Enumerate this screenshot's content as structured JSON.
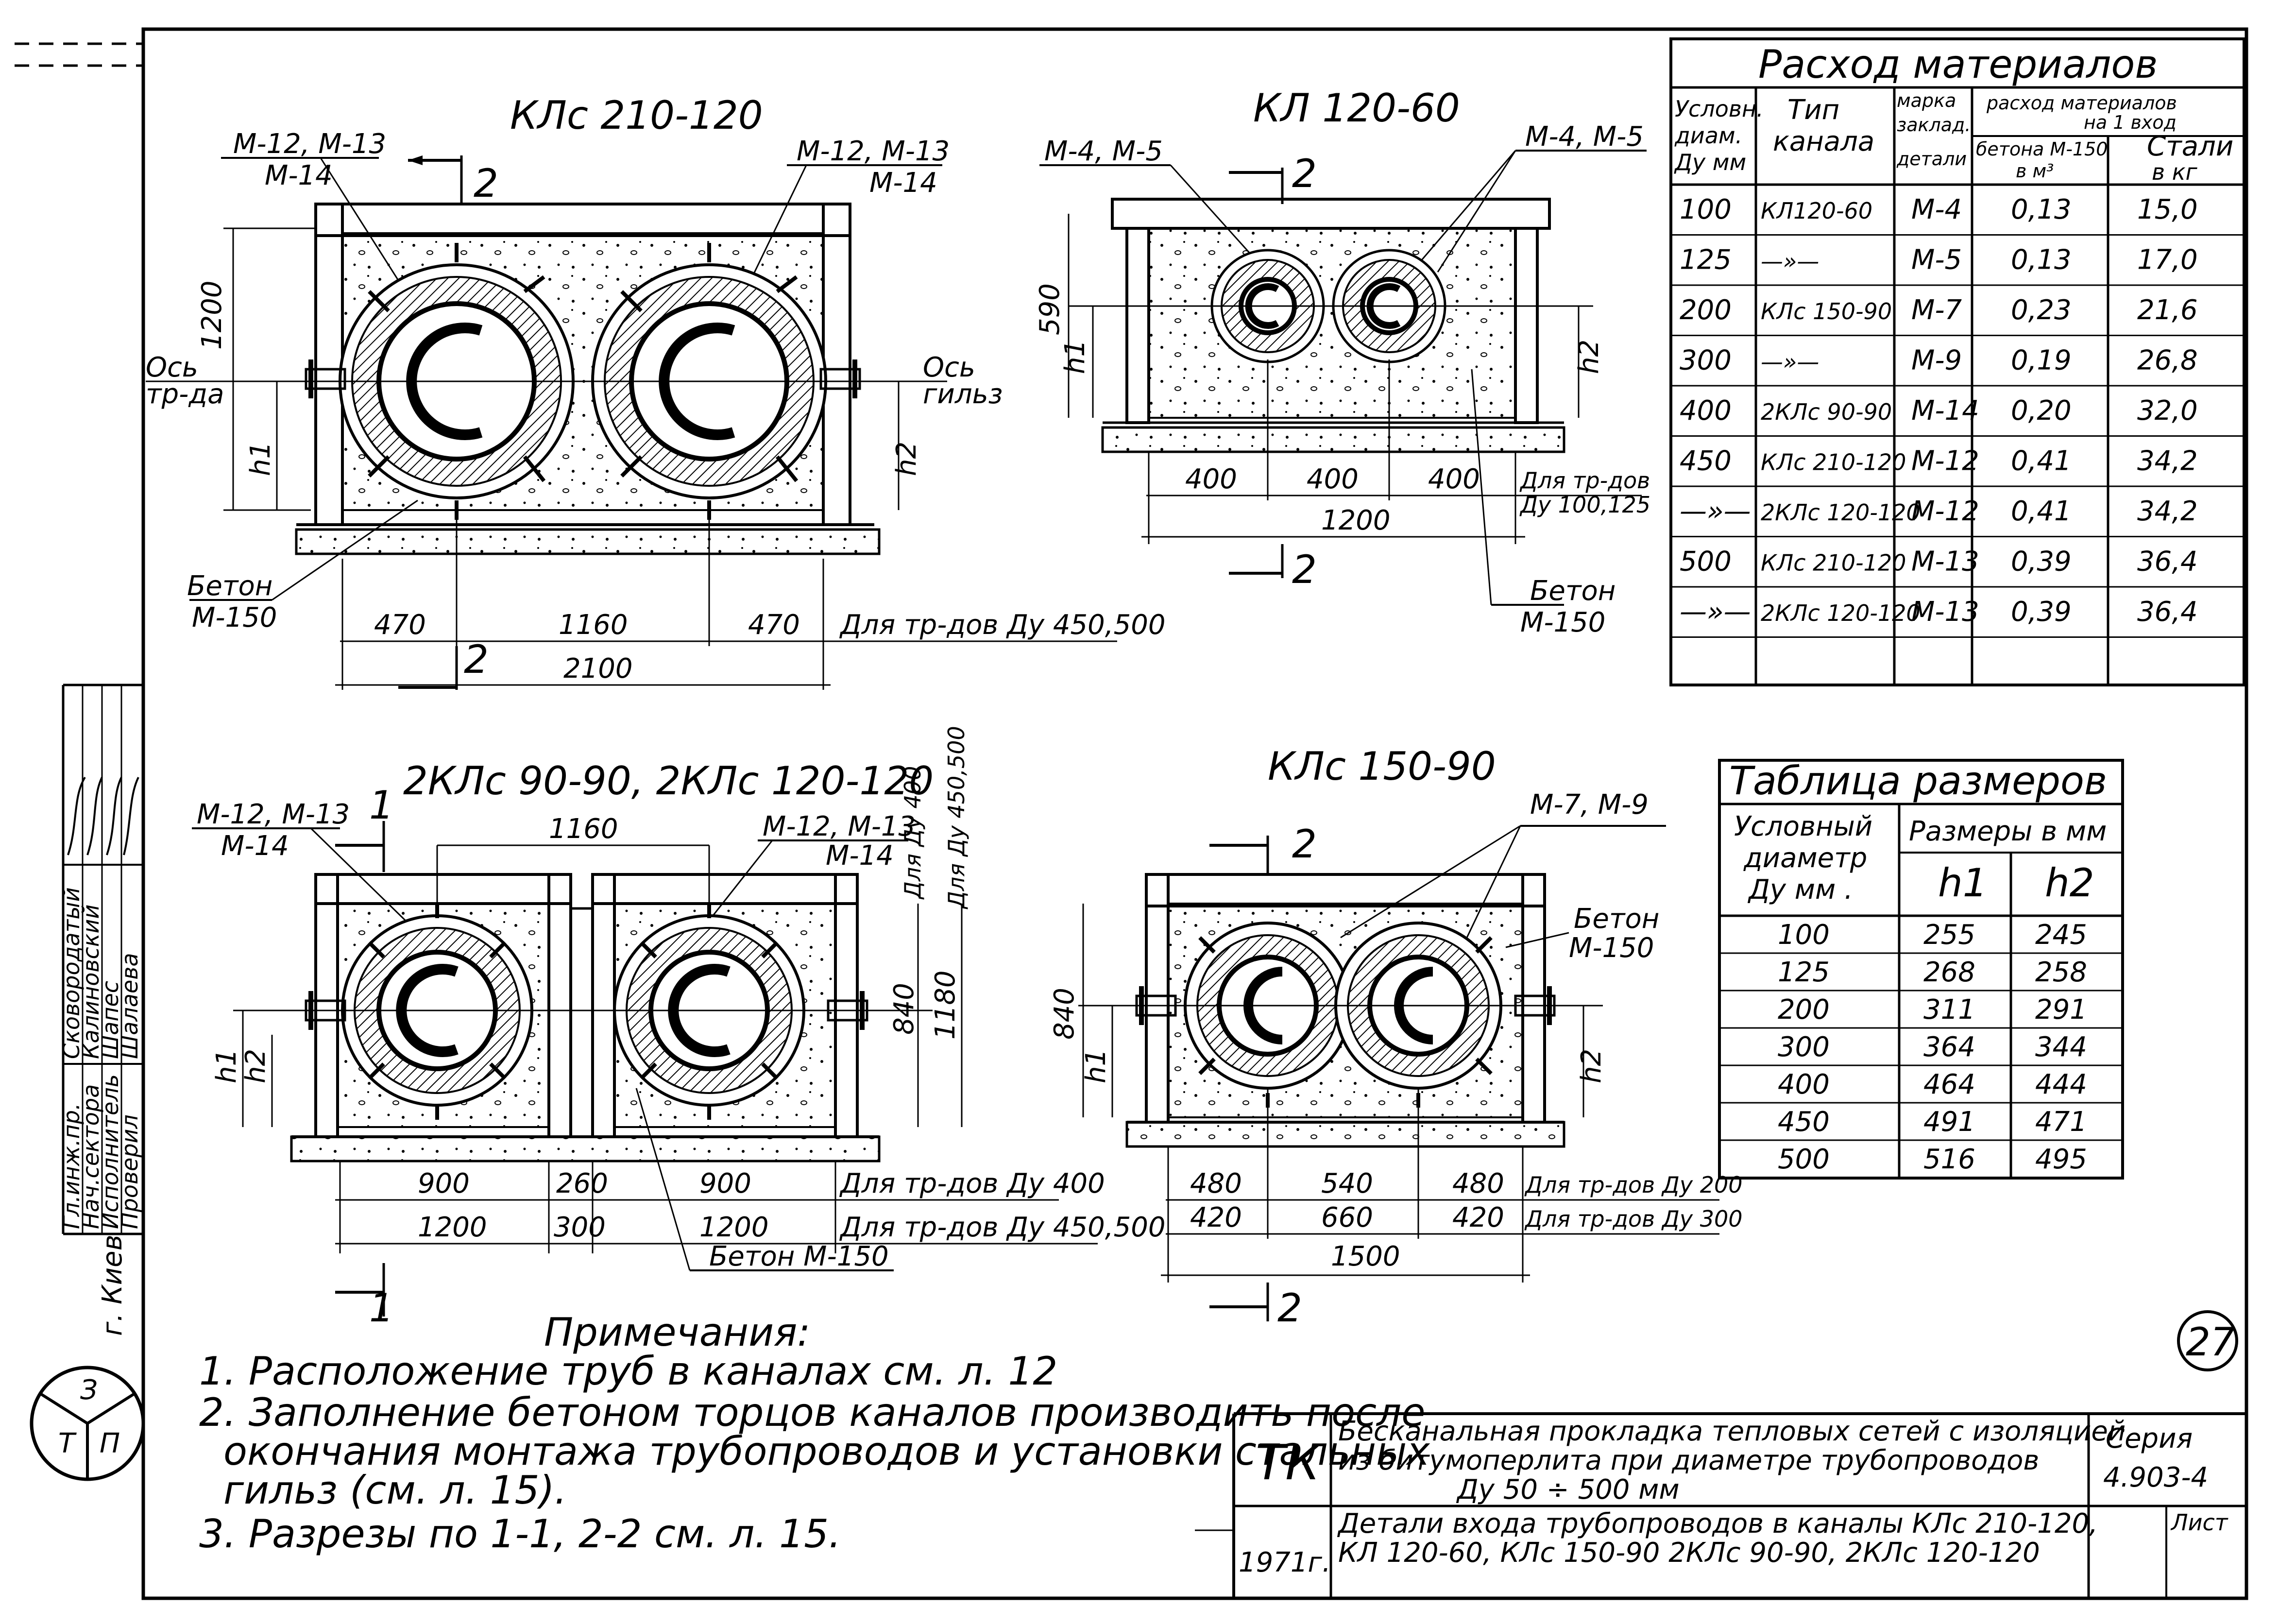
{
  "drawings": {
    "kls_210_120": {
      "title": "КЛс 210-120",
      "label_left": "М-12, М-13",
      "label_left2": "М-14",
      "label_right": "М-12, М-13",
      "label_right2": "М-14",
      "section_top": "2",
      "section_bottom": "2",
      "axis_left_1": "Ось",
      "axis_left_2": "тр-да",
      "axis_right_1": "Ось",
      "axis_right_2": "гильз",
      "dim_height": "1200",
      "h1": "h1",
      "h2": "h2",
      "concrete_1": "Бетон",
      "concrete_2": "М-150",
      "dim_470a": "470",
      "dim_1160": "1160",
      "dim_470b": "470",
      "dim_note": "Для тр-дов Ду 450,500",
      "dim_total": "2100"
    },
    "kl_120_60": {
      "title": "КЛ 120-60",
      "label_left": "М-4, М-5",
      "label_right": "М-4, М-5",
      "section_top": "2",
      "section_bottom": "2",
      "dim_height": "590",
      "h1": "h1",
      "h2": "h2",
      "dim_400a": "400",
      "dim_400b": "400",
      "dim_400c": "400",
      "dim_note_1": "Для тр-дов",
      "dim_note_2": "Ду 100,125",
      "dim_total": "1200",
      "concrete_1": "Бетон",
      "concrete_2": "М-150"
    },
    "2kls": {
      "title": "2КЛс 90-90, 2КЛс 120-120",
      "label_left": "М-12, М-13",
      "label_left2": "М-14",
      "label_right": "М-12, М-13",
      "label_right2": "М-14",
      "section_top": "1",
      "section_bottom": "1",
      "dim_1160": "1160",
      "dim_840": "840",
      "dim_1180": "1180",
      "vnote_1": "Для Ду 400",
      "vnote_2": "Для Ду 450,500",
      "h1": "h1",
      "h2": "h2",
      "dim_900a": "900",
      "dim_260": "260",
      "dim_900b": "900",
      "note_400": "Для тр-дов Ду 400",
      "dim_1200a": "1200",
      "dim_300": "300",
      "dim_1200b": "1200",
      "note_450": "Для тр-дов Ду 450,500",
      "concrete": "Бетон М-150"
    },
    "kls_150_90": {
      "title": "КЛс 150-90",
      "label": "М-7, М-9",
      "section_top": "2",
      "section_bottom": "2",
      "concrete_1": "Бетон",
      "concrete_2": "М-150",
      "dim_840": "840",
      "h1": "h1",
      "h2": "h2",
      "dim_480a": "480",
      "dim_540": "540",
      "dim_480b": "480",
      "note_200": "Для тр-дов Ду 200",
      "dim_420a": "420",
      "dim_660": "660",
      "dim_420b": "420",
      "note_300": "Для тр-дов Ду 300",
      "dim_total": "1500"
    }
  },
  "materials_table": {
    "title": "Расход материалов",
    "col1": [
      "Условн.",
      "диам.",
      "Ду мм"
    ],
    "col2": [
      "Тип",
      "канала"
    ],
    "col3": [
      "марка",
      "заклад.",
      "детали"
    ],
    "col4_group": [
      "расход материалов",
      "на 1 вход"
    ],
    "col4": [
      "бетона М-150",
      "в м³"
    ],
    "col5": [
      "Стали",
      "в кг"
    ],
    "rows": [
      [
        "100",
        "КЛ120-60",
        "М-4",
        "0,13",
        "15,0"
      ],
      [
        "125",
        "—»—",
        "М-5",
        "0,13",
        "17,0"
      ],
      [
        "200",
        "КЛс 150-90",
        "М-7",
        "0,23",
        "21,6"
      ],
      [
        "300",
        "—»—",
        "М-9",
        "0,19",
        "26,8"
      ],
      [
        "400",
        "2КЛс 90-90",
        "М-14",
        "0,20",
        "32,0"
      ],
      [
        "450",
        "КЛс 210-120",
        "М-12",
        "0,41",
        "34,2"
      ],
      [
        "—»—",
        "2КЛс 120-120",
        "М-12",
        "0,41",
        "34,2"
      ],
      [
        "500",
        "КЛс 210-120",
        "М-13",
        "0,39",
        "36,4"
      ],
      [
        "—»—",
        "2КЛс 120-120",
        "М-13",
        "0,39",
        "36,4"
      ]
    ]
  },
  "sizes_table": {
    "title": "Таблица размеров",
    "col1": [
      "Условный",
      "диаметр",
      "Ду мм ."
    ],
    "col2_group": "Размеры в мм",
    "col_h1": "h1",
    "col_h2": "h2",
    "rows": [
      [
        "100",
        "255",
        "245"
      ],
      [
        "125",
        "268",
        "258"
      ],
      [
        "200",
        "311",
        "291"
      ],
      [
        "300",
        "364",
        "344"
      ],
      [
        "400",
        "464",
        "444"
      ],
      [
        "450",
        "491",
        "471"
      ],
      [
        "500",
        "516",
        "495"
      ]
    ]
  },
  "notes": {
    "title": "Примечания:",
    "items": [
      "1. Расположение труб в каналах см. л. 12",
      "2. Заполнение бетоном торцов каналов производить после",
      "окончания монтажа трубопроводов и установки стальных",
      "гильз (см. л. 15).",
      "3. Разрезы по 1-1, 2-2 см. л. 15."
    ]
  },
  "side_stamp": {
    "roles": [
      "Гл.инж.пр.",
      "Нач.сектора",
      "Исполнитель",
      "Проверил"
    ],
    "names": [
      "Сковородатый",
      "Калиновский",
      "Шапес",
      "Шалаева"
    ],
    "city": "г. Киев",
    "logo_letters": [
      "Т",
      "З",
      "П"
    ]
  },
  "title_block": {
    "code": "ТК",
    "year": "1971г.",
    "title_1": "Бесканальная прокладка тепловых сетей с изоляцией",
    "title_2": "из битумоперлита при диаметре трубопроводов",
    "title_3": "Ду 50 ÷ 500 мм",
    "sub_1": "Детали входа трубопроводов в каналы КЛс 210-120,",
    "sub_2": "КЛ 120-60, КЛс 150-90 2КЛс 90-90, 2КЛс 120-120",
    "series_label": "Серия",
    "series": "4.903-4",
    "sheet_label": "Лист"
  },
  "sheet_number": "27"
}
